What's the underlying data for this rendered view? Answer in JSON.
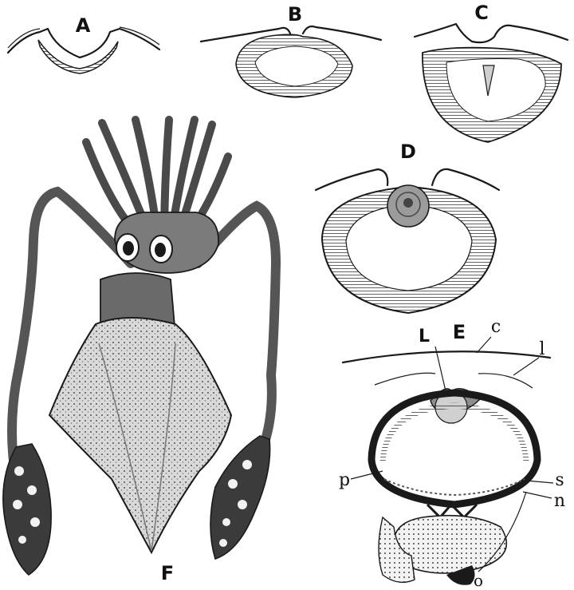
{
  "figure": {
    "panels": {
      "A": "A",
      "B": "B",
      "C": "C",
      "D": "D",
      "E": "E",
      "F": "F"
    },
    "detail_labels": {
      "L": "L",
      "c": "c",
      "l": "l",
      "p": "p",
      "s": "s",
      "n": "n",
      "o": "o"
    }
  }
}
